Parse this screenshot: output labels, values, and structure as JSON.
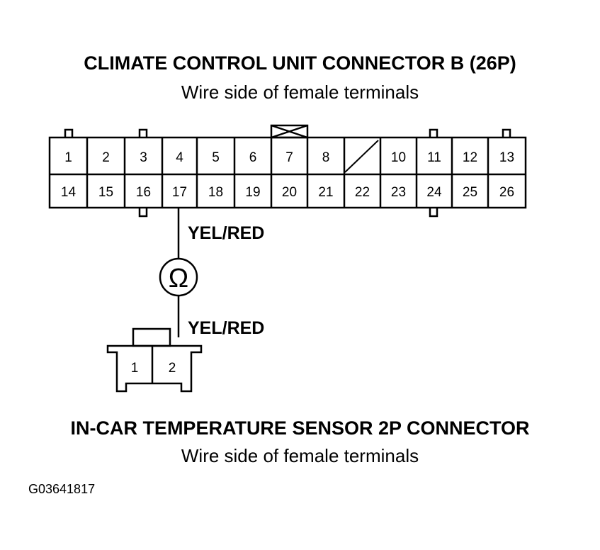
{
  "top_connector": {
    "title": "CLIMATE CONTROL UNIT CONNECTOR B (26P)",
    "subtitle": "Wire side of female terminals",
    "pins_top": [
      "1",
      "2",
      "3",
      "4",
      "5",
      "6",
      "7",
      "8",
      "",
      "10",
      "11",
      "12",
      "13"
    ],
    "pins_bottom": [
      "14",
      "15",
      "16",
      "17",
      "18",
      "19",
      "20",
      "21",
      "22",
      "23",
      "24",
      "25",
      "26"
    ]
  },
  "wire_labels": [
    "YEL/RED",
    "YEL/RED"
  ],
  "meter_symbol": "Ω",
  "bottom_connector": {
    "title": "IN-CAR TEMPERATURE SENSOR 2P CONNECTOR",
    "subtitle": "Wire side of female terminals",
    "pins": [
      "1",
      "2"
    ]
  },
  "figure_code": "G03641817"
}
